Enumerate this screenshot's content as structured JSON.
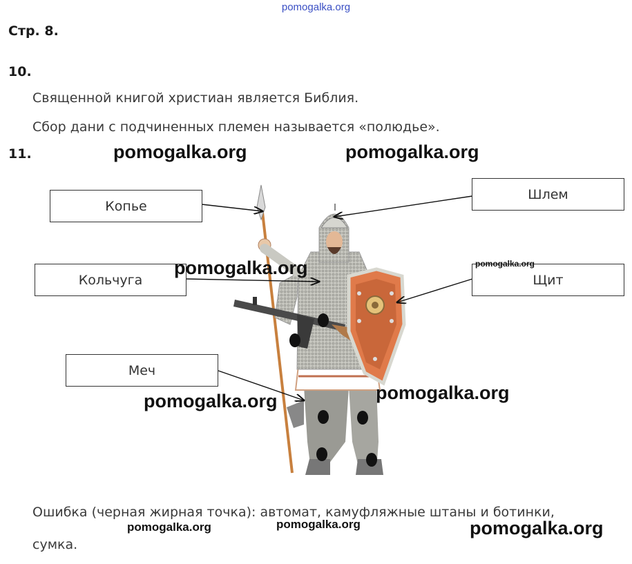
{
  "watermark_top": "pomogalka.org",
  "page_label": "Стр. 8.",
  "task10": {
    "number": "10.",
    "lines": [
      "Священной книгой христиан является Библия.",
      "Сбор дани с подчиненных племен называется «полюдье»."
    ]
  },
  "task11": {
    "number": "11.",
    "labels": {
      "spear": "Копье",
      "helmet": "Шлем",
      "chainmail": "Кольчуга",
      "shield": "Щит",
      "sword": "Меч"
    },
    "error_line1": "Ошибка (черная жирная точка): автомат, камуфляжные штаны и ботинки,",
    "error_line2": "сумка."
  },
  "watermark": "pomogalka.org",
  "colors": {
    "shield": "#e07a4a",
    "shield_dark": "#b85a30",
    "spear_shaft": "#c8803e",
    "chainmail": "#b8b8b0",
    "dot": "#111111",
    "watermark_top": "#3a4fc4"
  }
}
